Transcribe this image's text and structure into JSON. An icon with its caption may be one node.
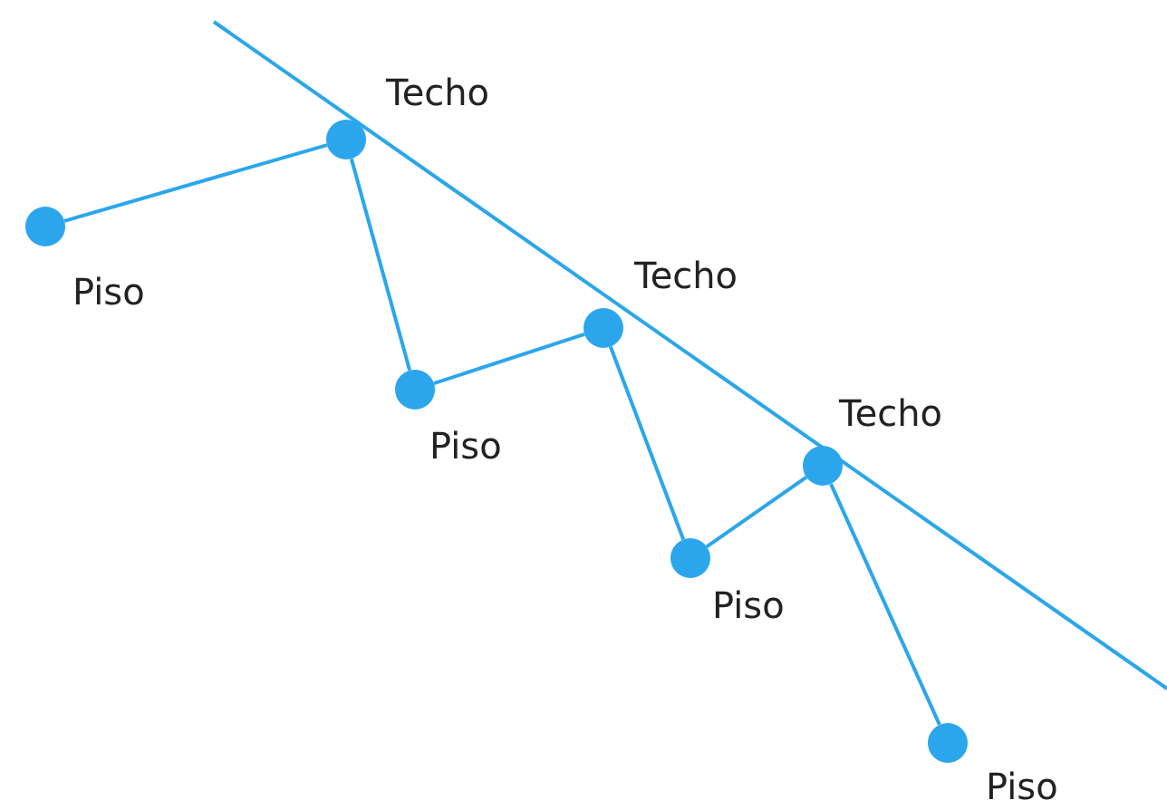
{
  "diagram": {
    "nodes": [
      {
        "text": [],
        "shape": "circle",
        "beside": [
          "Piso"
        ]
      },
      {
        "text": [],
        "shape": "circle",
        "beside": [
          "Techo"
        ]
      },
      {
        "text": [],
        "shape": "circle",
        "beside": [
          "Piso"
        ]
      },
      {
        "text": [],
        "shape": "circle",
        "beside": [
          "Techo"
        ]
      },
      {
        "text": [],
        "shape": "circle",
        "beside": [
          "Piso"
        ]
      },
      {
        "text": [],
        "shape": "circle",
        "beside": [
          "Techo"
        ]
      },
      {
        "text": [],
        "shape": "circle",
        "beside": [
          "Piso"
        ]
      }
    ],
    "edges": [
      {
        "from": 0,
        "to": 1,
        "arrow": "none"
      },
      {
        "from": 1,
        "to": 2,
        "arrow": "none"
      },
      {
        "from": 2,
        "to": 3,
        "arrow": "none"
      },
      {
        "from": 3,
        "to": 4,
        "arrow": "none"
      },
      {
        "from": 4,
        "to": 5,
        "arrow": "none"
      },
      {
        "from": 5,
        "to": 6,
        "arrow": "none"
      }
    ]
  }
}
